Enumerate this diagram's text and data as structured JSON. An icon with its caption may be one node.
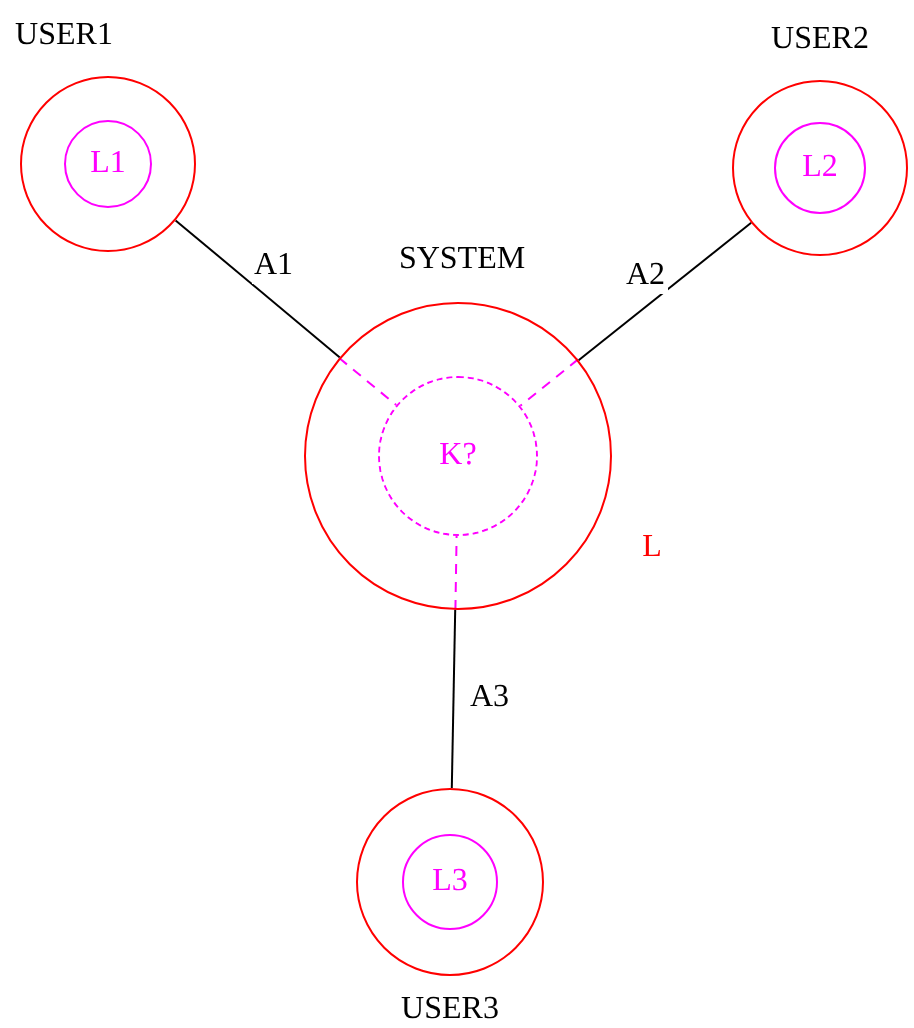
{
  "diagram": {
    "nodes": [
      {
        "text": [
          "USER1"
        ]
      },
      {
        "text": [
          "L1"
        ],
        "in": 0
      },
      {
        "text": [
          "USER2"
        ]
      },
      {
        "text": [
          "L2"
        ],
        "in": 2
      },
      {
        "text": [
          "SYSTEM"
        ],
        "beside": [
          "L"
        ]
      },
      {
        "text": [
          "K?"
        ],
        "in": 4
      },
      {
        "text": [
          "USER3"
        ]
      },
      {
        "text": [
          "L3"
        ],
        "in": 6
      }
    ],
    "edges": [
      {
        "from": 0,
        "to": 4,
        "arrow": "none",
        "label": "A1"
      },
      {
        "from": 2,
        "to": 4,
        "arrow": "none",
        "label": "A2"
      },
      {
        "from": 6,
        "to": 4,
        "arrow": "none",
        "label": "A3"
      },
      {
        "from": 4,
        "to": 5,
        "arrow": "none",
        "style": "dashed",
        "color": "#ff00ff"
      },
      {
        "from": 4,
        "to": 5,
        "arrow": "none",
        "style": "dashed",
        "color": "#ff00ff"
      },
      {
        "from": 4,
        "to": 5,
        "arrow": "none",
        "style": "dashed",
        "color": "#ff00ff"
      }
    ]
  }
}
